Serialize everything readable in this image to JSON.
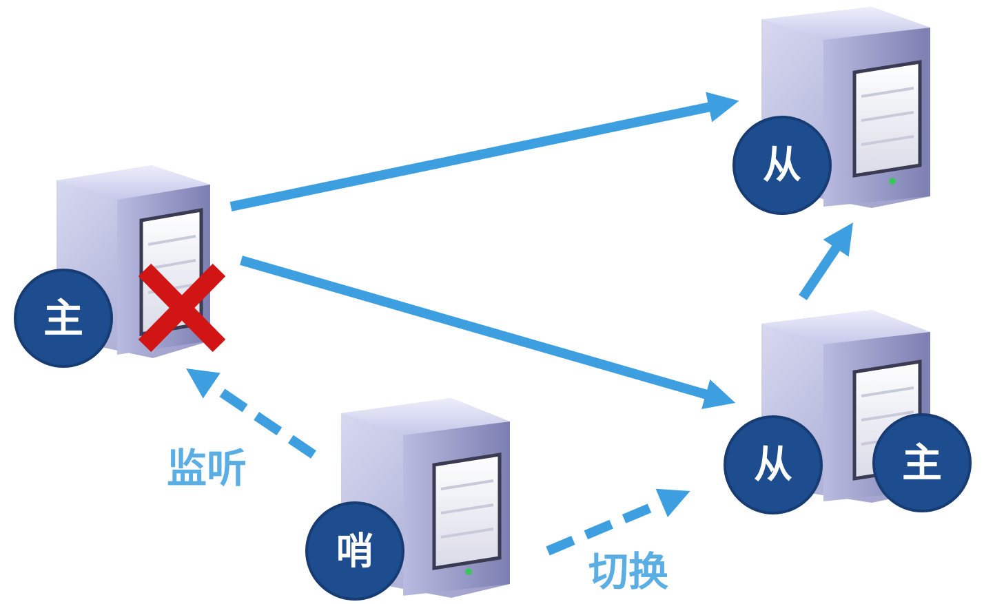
{
  "colors": {
    "arrow": "#3d9ee0",
    "label_text": "#5aaee3",
    "badge_fill": "#1d4c8f",
    "badge_stroke": "#163c73",
    "cross": "#d11414",
    "server_front": "#cbccea",
    "server_side": "#9c9ec8"
  },
  "nodes": {
    "master": {
      "badge": "主",
      "failed": true
    },
    "slave_top": {
      "badge": "从"
    },
    "slave_bottom": {
      "badge": "从",
      "promoted_badge": "主"
    },
    "sentinel": {
      "badge": "哨"
    }
  },
  "edges": {
    "monitor_label": "监听",
    "failover_label": "切换"
  }
}
